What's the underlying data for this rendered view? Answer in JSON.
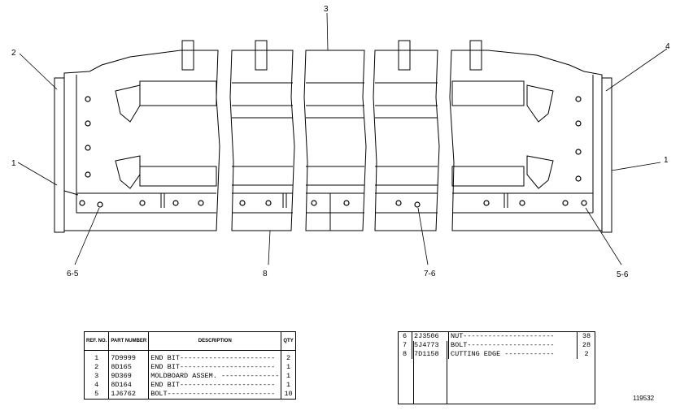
{
  "callouts": [
    {
      "id": "c2",
      "text": "2"
    },
    {
      "id": "c3",
      "text": "3"
    },
    {
      "id": "c4",
      "text": "4"
    },
    {
      "id": "c1l",
      "text": "1"
    },
    {
      "id": "c1r",
      "text": "1"
    },
    {
      "id": "c65",
      "text": "6-5"
    },
    {
      "id": "c8",
      "text": "8"
    },
    {
      "id": "c76",
      "text": "7-6"
    },
    {
      "id": "c56",
      "text": "5-6"
    }
  ],
  "parts_table_left": {
    "headers": {
      "ref": "REF. NO.",
      "part": "PART NUMBER",
      "desc": "DESCRIPTION",
      "qty": "QTY"
    },
    "rows": [
      {
        "ref": "1",
        "part": "7D9999",
        "desc": "END BIT-----------------------",
        "qty": "2"
      },
      {
        "ref": "2",
        "part": "8D165",
        "desc": "END BIT-----------------------",
        "qty": "1"
      },
      {
        "ref": "3",
        "part": "9D369",
        "desc": "MOLDBOARD ASSEM. --------------",
        "qty": "1"
      },
      {
        "ref": "4",
        "part": "8D164",
        "desc": "END BIT-----------------------",
        "qty": "1"
      },
      {
        "ref": "5",
        "part": "1J6762",
        "desc": "BOLT--------------------------",
        "qty": "10"
      }
    ]
  },
  "parts_table_right": {
    "rows": [
      {
        "ref": "6",
        "part": "2J3506",
        "desc": "NUT----------------------",
        "qty": "38"
      },
      {
        "ref": "7",
        "part": "5J4773",
        "desc": "BOLT---------------------",
        "qty": "28"
      },
      {
        "ref": "8",
        "part": "7D1158",
        "desc": "CUTTING EDGE ------------",
        "qty": "2"
      }
    ]
  },
  "figure_number": "119532"
}
